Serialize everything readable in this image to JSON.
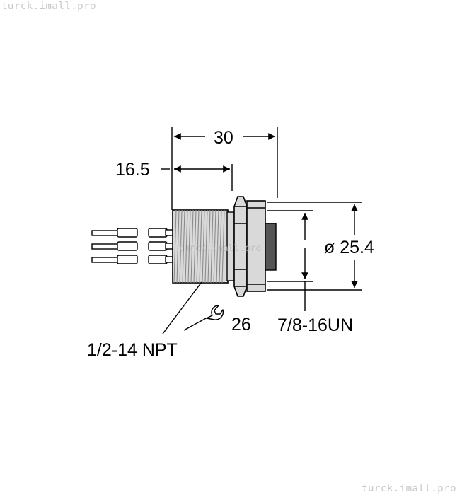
{
  "watermark": {
    "top": "turck.imall.pro",
    "bottom": "turck.imall.pro",
    "center": "turck.imall.pro"
  },
  "dimensions": {
    "overall_length": "30",
    "thread_length": "16.5",
    "diameter": "ø 25.4",
    "wrench_size": "26",
    "front_thread": "7/8-16UN",
    "rear_thread": "1/2-14 NPT"
  },
  "icons": {
    "wrench": "wrench-icon"
  },
  "colors": {
    "body_grey": "#d9d9d9",
    "dark_face": "#555555",
    "line": "#000000",
    "watermark": "#c8c8c8"
  }
}
